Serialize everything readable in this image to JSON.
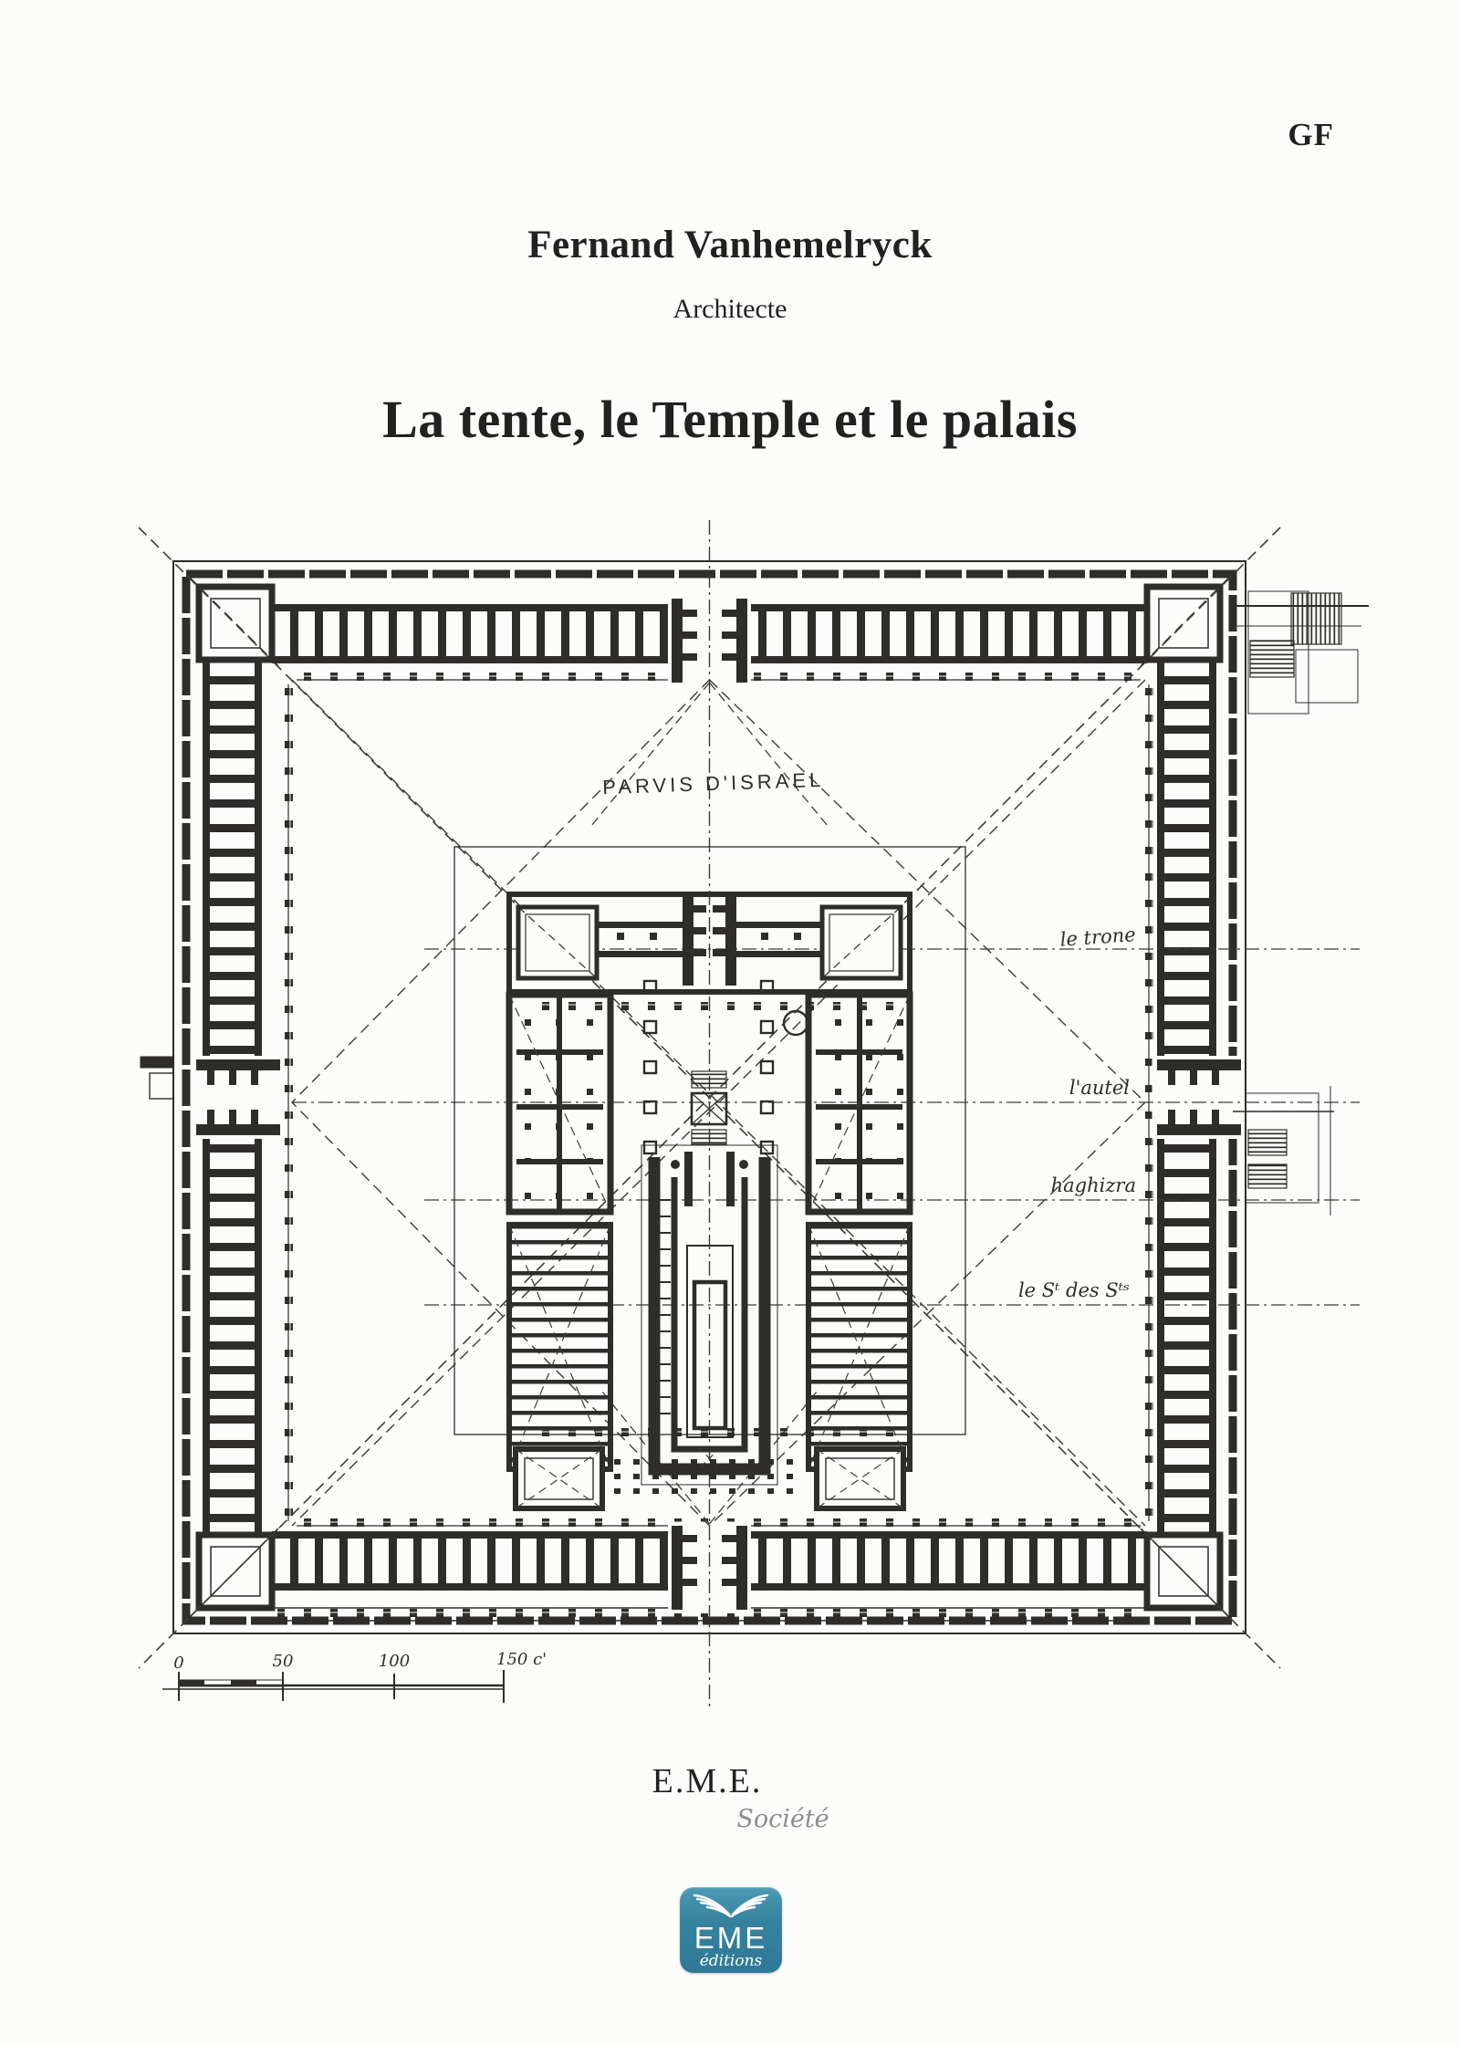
{
  "header": {
    "corner_mark": "GF"
  },
  "title_block": {
    "author": "Fernand Vanhemelryck",
    "role": "Architecte",
    "title": "La tente, le Temple et le palais"
  },
  "plan": {
    "ink_color": "#2e2d2a",
    "labels": {
      "parvis": "PARVIS D'ISRAEL",
      "trone": "le trone",
      "autel": "l'autel",
      "haghizra": "haghizra",
      "saint": "le Sᵗ des Sᵗˢ"
    },
    "scale": {
      "t0": "0",
      "t50": "50",
      "t100": "100",
      "t150": "150 c'"
    }
  },
  "footer": {
    "publisher": "E.M.E.",
    "society": "Société"
  },
  "logo": {
    "text": "EME",
    "subtext": "éditions",
    "color": "#37839f"
  }
}
